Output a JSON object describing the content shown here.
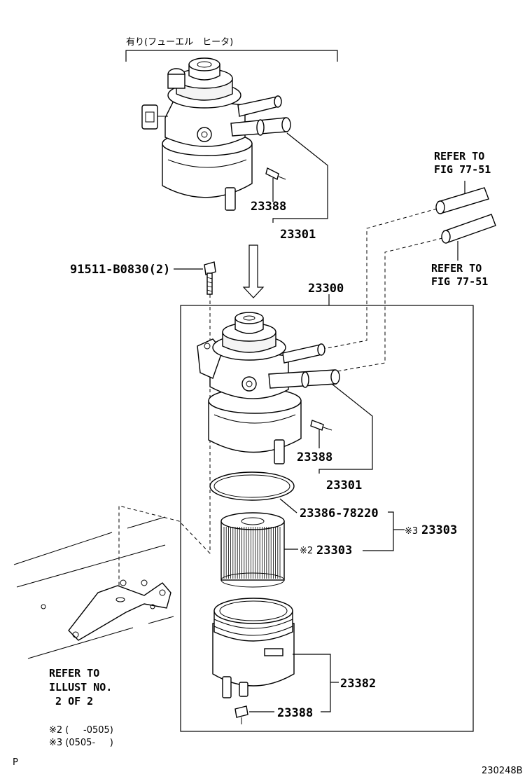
{
  "header": {
    "heater_note": "有り(フューエル　ヒータ)"
  },
  "labels": {
    "top_drain_plug": "23388",
    "top_filter_head": "23301",
    "bolt": "91511-B0830(2)",
    "assembly": "23300",
    "drain_plug_mid": "23388",
    "filter_head_mid": "23301",
    "o_ring": "23386-78220",
    "element": "23303",
    "element_mark": "※2",
    "kit": "23303",
    "kit_mark": "※3",
    "case": "23382",
    "drain_plug_bottom": "23388"
  },
  "references": {
    "fig_upper_line1": "REFER TO",
    "fig_upper_line2": "FIG 77-51",
    "fig_lower_line1": "REFER TO",
    "fig_lower_line2": "FIG 77-51",
    "illust_line1": "REFER TO",
    "illust_line2": "ILLUST NO.",
    "illust_line3": " 2 OF 2"
  },
  "footnotes": {
    "note2": "※2 (     -0505)",
    "note3": "※3 (0505-     )"
  },
  "footer": {
    "page_mark": "P",
    "illustration_code": "230248B"
  }
}
